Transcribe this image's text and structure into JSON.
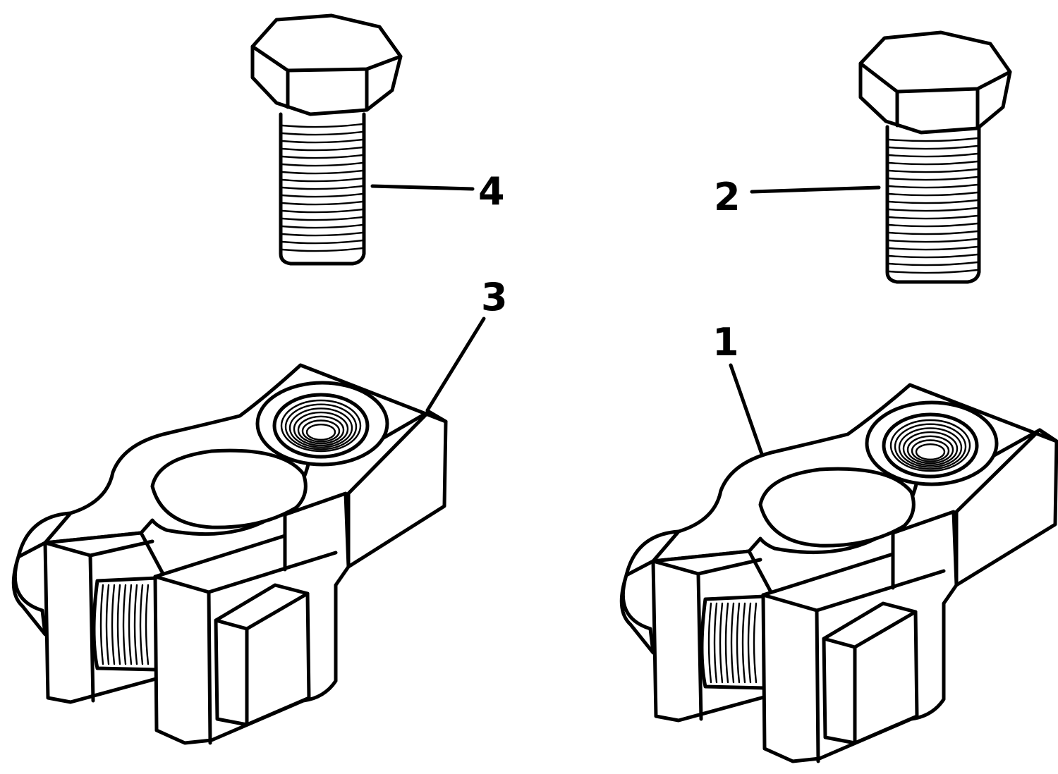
{
  "callouts": {
    "c1": "1",
    "c2": "2",
    "c3": "3",
    "c4": "4"
  },
  "icons": [
    "hex-bolt-icon",
    "battery-terminal-clamp-icon"
  ],
  "colors": {
    "line": "#000000",
    "background": "#ffffff"
  }
}
